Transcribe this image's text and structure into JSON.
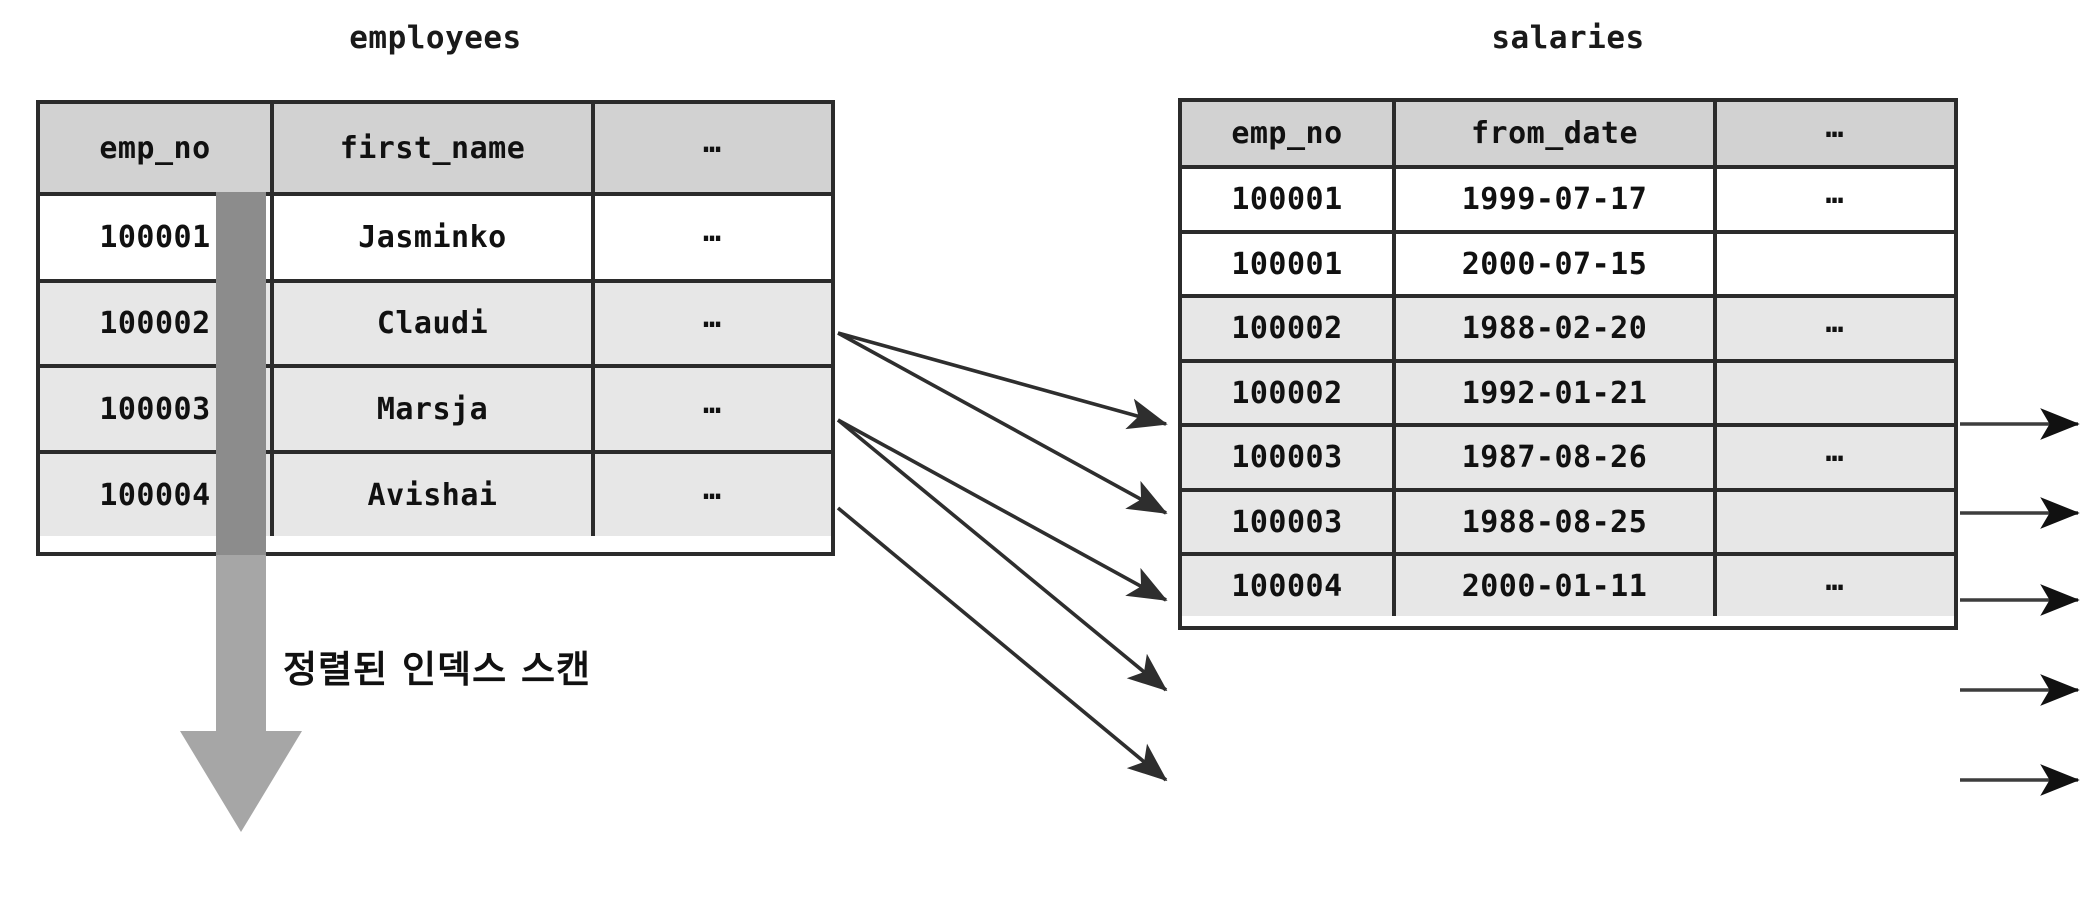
{
  "diagram": {
    "caption": "정렬된 인덱스 스캔",
    "ellipsis": "…",
    "colors": {
      "border": "#2b2b2b",
      "header_fill": "#d2d2d2",
      "row_shade": "#e7e7e7",
      "row_plain": "#ffffff",
      "index_band": "#8c8c8c",
      "scan_arrow": "#a6a6a6",
      "join_arrow": "#333333",
      "text": "#111111",
      "background": "#ffffff"
    }
  },
  "employees": {
    "title": "employees",
    "columns": [
      "emp_no",
      "first_name",
      "…"
    ],
    "rows": [
      {
        "emp_no": "100001",
        "first_name": "Jasminko",
        "more": "…",
        "shaded": false,
        "indexed": false
      },
      {
        "emp_no": "100002",
        "first_name": "Claudi",
        "more": "…",
        "shaded": true,
        "indexed": true
      },
      {
        "emp_no": "100003",
        "first_name": "Marsja",
        "more": "…",
        "shaded": true,
        "indexed": true
      },
      {
        "emp_no": "100004",
        "first_name": "Avishai",
        "more": "…",
        "shaded": true,
        "indexed": true
      }
    ]
  },
  "salaries": {
    "title": "salaries",
    "columns": [
      "emp_no",
      "from_date",
      "…"
    ],
    "rows": [
      {
        "emp_no": "100001",
        "from_date": "1999-07-17",
        "more": "…",
        "shaded": false,
        "outgoing": false
      },
      {
        "emp_no": "100001",
        "from_date": "2000-07-15",
        "more": "",
        "shaded": false,
        "outgoing": false
      },
      {
        "emp_no": "100002",
        "from_date": "1988-02-20",
        "more": "…",
        "shaded": true,
        "outgoing": true
      },
      {
        "emp_no": "100002",
        "from_date": "1992-01-21",
        "more": "",
        "shaded": true,
        "outgoing": true
      },
      {
        "emp_no": "100003",
        "from_date": "1987-08-26",
        "more": "…",
        "shaded": true,
        "outgoing": true
      },
      {
        "emp_no": "100003",
        "from_date": "1988-08-25",
        "more": "",
        "shaded": true,
        "outgoing": true
      },
      {
        "emp_no": "100004",
        "from_date": "2000-01-11",
        "more": "…",
        "shaded": true,
        "outgoing": true
      }
    ]
  },
  "join_arrows": [
    {
      "from_row": "100002",
      "to_row": "100002 / 1988-02-20"
    },
    {
      "from_row": "100002",
      "to_row": "100002 / 1992-01-21"
    },
    {
      "from_row": "100003",
      "to_row": "100003 / 1987-08-26"
    },
    {
      "from_row": "100003",
      "to_row": "100003 / 1988-08-25"
    },
    {
      "from_row": "100004",
      "to_row": "100004 / 2000-01-11"
    }
  ]
}
